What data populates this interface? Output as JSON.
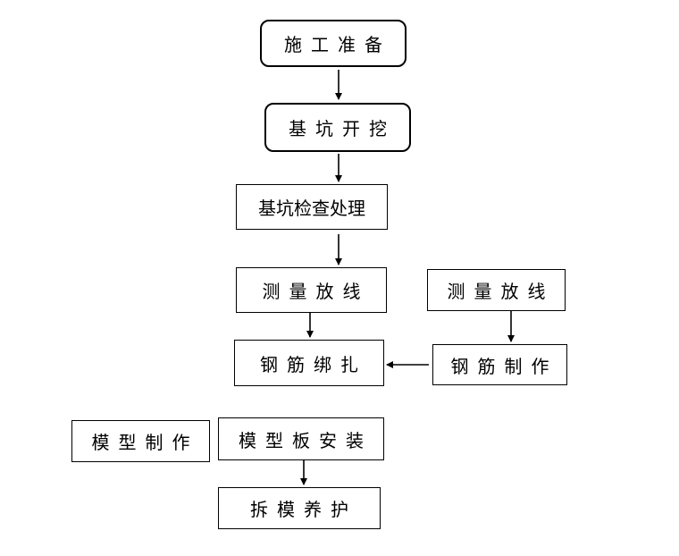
{
  "nodes": {
    "construction_prep": "施工准备",
    "pit_excavation": "基坑开挖",
    "pit_inspection": "基坑检查处理",
    "survey_main": "测量放线",
    "survey_side": "测量放线",
    "rebar_binding": "钢筋绑扎",
    "rebar_fabrication": "钢筋制作",
    "formwork_fabrication": "模型制作",
    "formwork_install": "模型板安装",
    "formwork_removal": "拆模养护"
  }
}
